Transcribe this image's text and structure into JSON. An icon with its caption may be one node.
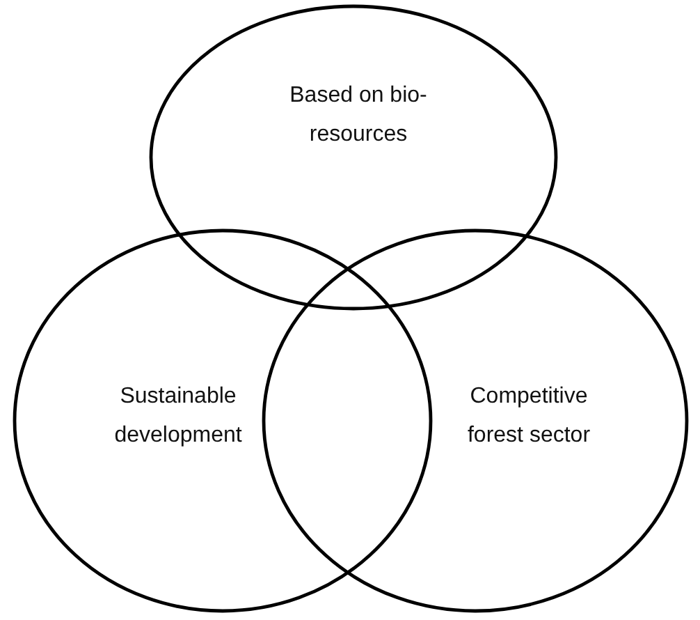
{
  "diagram": {
    "nodes": [
      {
        "text": [
          "Based on bio-resources"
        ]
      },
      {
        "text": [
          "Sustainable development"
        ]
      },
      {
        "text": [
          "Competitive forest sector"
        ]
      }
    ]
  }
}
